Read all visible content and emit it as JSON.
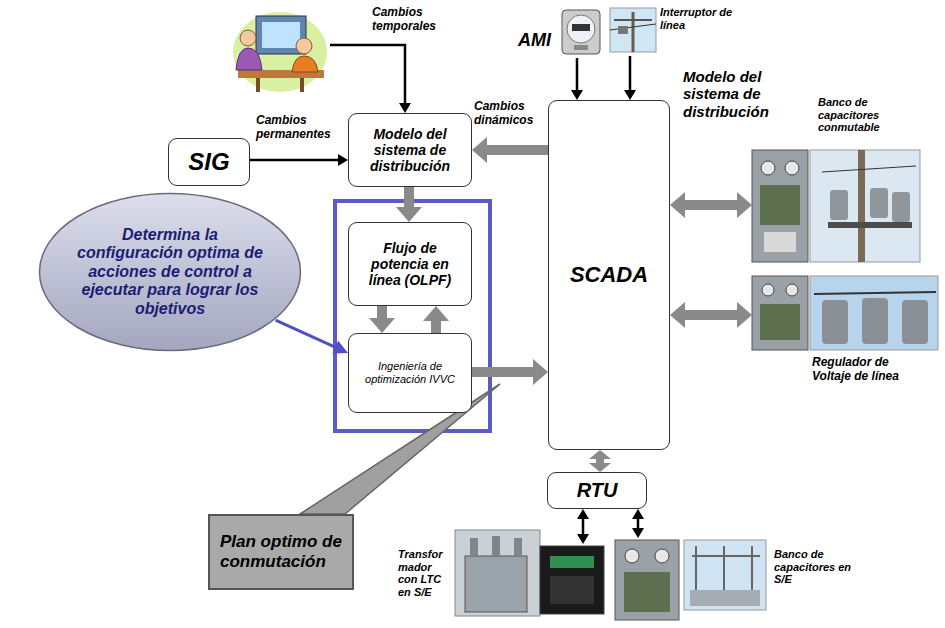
{
  "diagram": {
    "nodes": [
      {
        "text": [
          "SIG"
        ]
      },
      {
        "text": [
          "Modelo del sistema de distribución"
        ]
      },
      {
        "text": [
          "Flujo de potencia en línea (OLPF)"
        ]
      },
      {
        "text": [
          "Ingeniería de optimización IVVC"
        ]
      },
      {
        "text": [
          "SCADA"
        ]
      },
      {
        "text": [
          "RTU"
        ]
      },
      {
        "text": [
          "Determina la configuración optima de acciones de control a ejecutar para lograr los objetivos"
        ]
      },
      {
        "text": [
          "Plan optimo de conmutación"
        ]
      },
      {
        "text": [
          "AMI"
        ]
      },
      {
        "text": [
          "Interruptor de línea"
        ]
      },
      {
        "text": [
          "Banco de capacitores conmutable"
        ]
      },
      {
        "text": [
          "Regulador de Voltaje de línea"
        ]
      },
      {
        "text": [
          "Transfor mador con LTC en S/E"
        ]
      },
      {
        "text": [
          "Banco de capacitores en S/E"
        ]
      }
    ],
    "edges": [
      {
        "from": 0,
        "to": 1,
        "arrow": "to",
        "label": "Cambios permanentes"
      },
      {
        "from": 4,
        "to": 1,
        "arrow": "to",
        "label": "Cambios dinámicos"
      },
      {
        "from": 1,
        "to": 2,
        "arrow": "to"
      },
      {
        "from": 2,
        "to": 3,
        "arrow": "to"
      },
      {
        "from": 3,
        "to": 2,
        "arrow": "to"
      },
      {
        "from": 3,
        "to": 4,
        "arrow": "to"
      },
      {
        "from": 8,
        "to": 4,
        "arrow": "to"
      },
      {
        "from": 9,
        "to": 4,
        "arrow": "to"
      },
      {
        "from": 4,
        "to": 10,
        "arrow": "both"
      },
      {
        "from": 4,
        "to": 11,
        "arrow": "both"
      },
      {
        "from": 4,
        "to": 5,
        "arrow": "both"
      },
      {
        "from": 5,
        "to": 12,
        "arrow": "both"
      },
      {
        "from": 5,
        "to": 13,
        "arrow": "both"
      },
      {
        "from": 6,
        "to": 3,
        "arrow": "to"
      }
    ],
    "labels": [
      "Cambios temporales",
      "Modelo del sistema de distribución"
    ]
  }
}
